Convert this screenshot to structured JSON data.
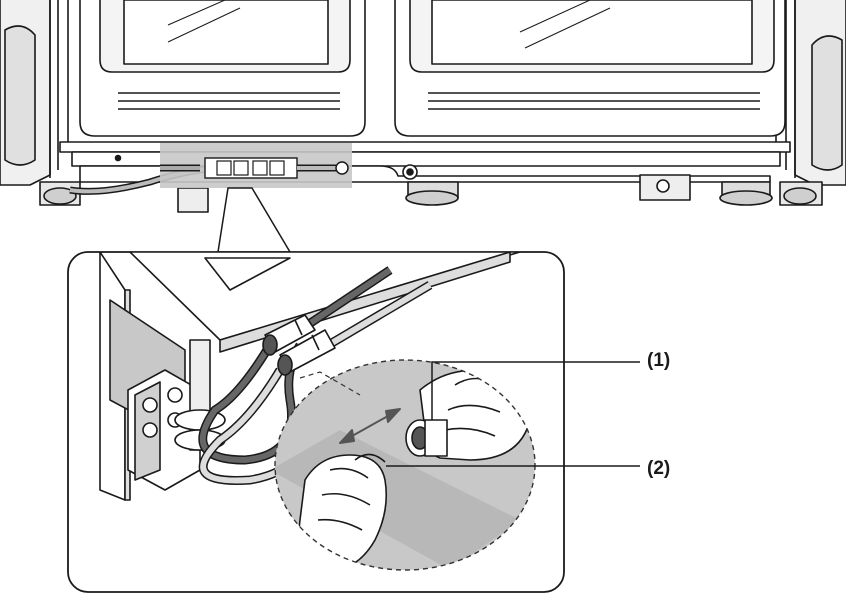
{
  "callouts": [
    {
      "id": "1",
      "text": "(1)"
    },
    {
      "id": "2",
      "text": "(2)"
    }
  ],
  "colors": {
    "line": "#1a1a1a",
    "shade": "#c8c8c8",
    "light_shade": "#e4e4e4",
    "dark_tube": "#555555"
  },
  "icons": [
    "refrigerator-doors",
    "water-line-connector",
    "magnifier-inset",
    "hand-icon",
    "push-direction-arrow-icon",
    "collet-ring"
  ]
}
